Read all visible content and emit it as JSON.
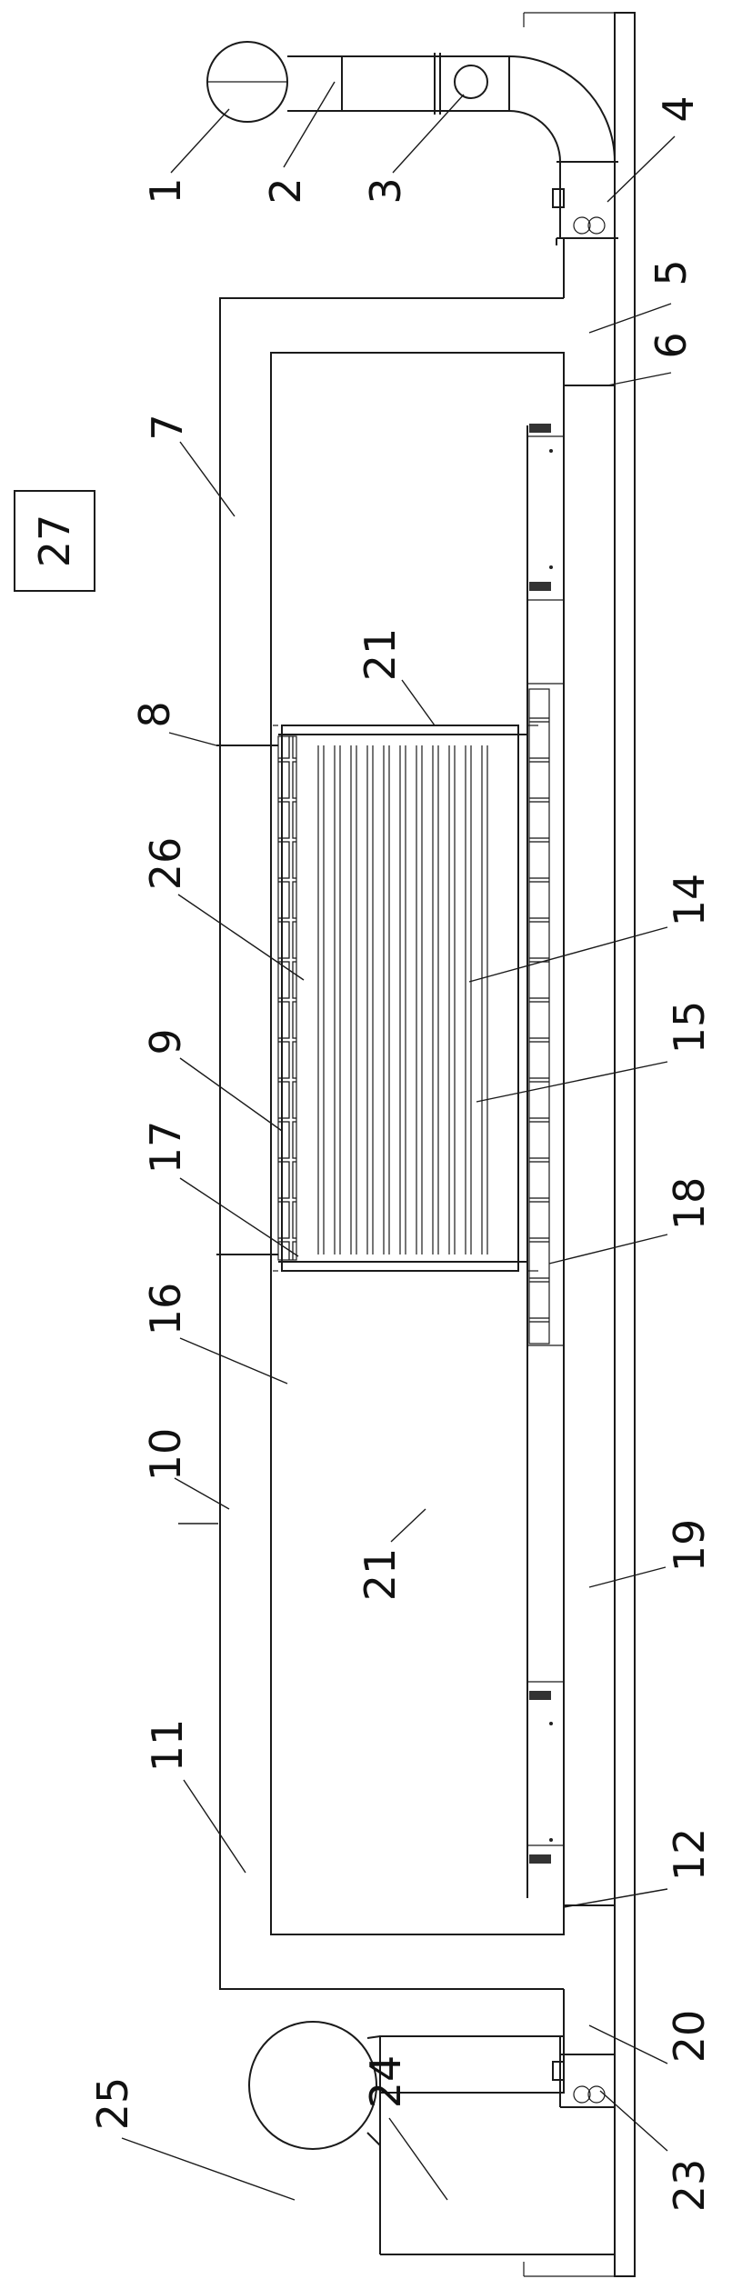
{
  "labels": {
    "l1": "1",
    "l2": "2",
    "l3": "3",
    "l4": "4",
    "l5": "5",
    "l6": "6",
    "l7": "7",
    "l8": "8",
    "l9": "9",
    "l10": "10",
    "l11": "11",
    "l12": "12",
    "l14": "14",
    "l15": "15",
    "l16": "16",
    "l17": "17",
    "l18": "18",
    "l19": "19",
    "l20": "20",
    "l21a": "21",
    "l21b": "21",
    "l23": "23",
    "l24": "24",
    "l25": "25",
    "l26": "26",
    "l27": "27"
  }
}
